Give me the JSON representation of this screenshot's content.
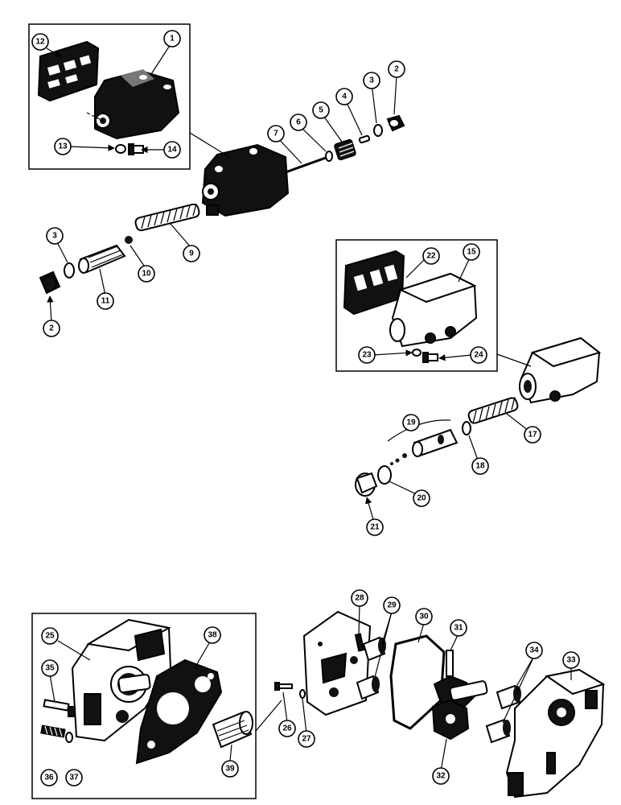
{
  "callouts": [
    "1",
    "2",
    "3",
    "4",
    "5",
    "6",
    "7",
    "9",
    "3",
    "10",
    "11",
    "2",
    "12",
    "13",
    "14",
    "15",
    "22",
    "23",
    "24",
    "17",
    "18",
    "19",
    "20",
    "21",
    "25",
    "35",
    "36",
    "37",
    "38",
    "39",
    "26",
    "27",
    "28",
    "29",
    "30",
    "31",
    "32",
    "33",
    "34"
  ],
  "colors": {
    "ink": "#111111",
    "paper": "#ffffff"
  }
}
